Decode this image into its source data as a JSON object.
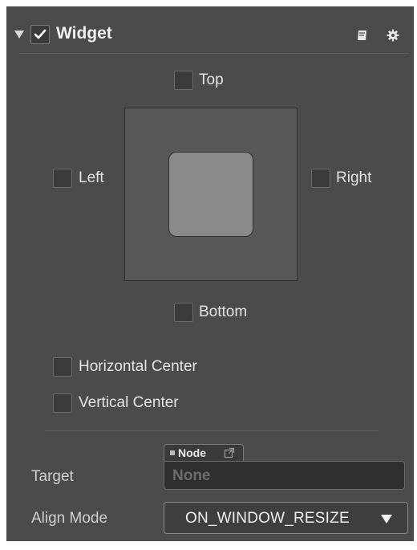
{
  "component": {
    "title": "Widget",
    "enabled": true,
    "icons": [
      "book-icon",
      "gear-icon"
    ]
  },
  "alignment": {
    "top_label": "Top",
    "left_label": "Left",
    "right_label": "Right",
    "bottom_label": "Bottom",
    "horizontal_center_label": "Horizontal Center",
    "vertical_center_label": "Vertical Center",
    "top_checked": false,
    "left_checked": false,
    "right_checked": false,
    "bottom_checked": false,
    "horizontal_center_checked": false,
    "vertical_center_checked": false
  },
  "properties": {
    "target_label": "Target",
    "target_tab": "Node",
    "target_value": "None",
    "align_mode_label": "Align Mode",
    "align_mode_value": "ON_WINDOW_RESIZE"
  },
  "colors": {
    "panel_bg": "#4b4b4b",
    "checkbox_bg": "#3b3b3b",
    "preview_outer": "#585858",
    "preview_inner": "#8a8a8a"
  }
}
